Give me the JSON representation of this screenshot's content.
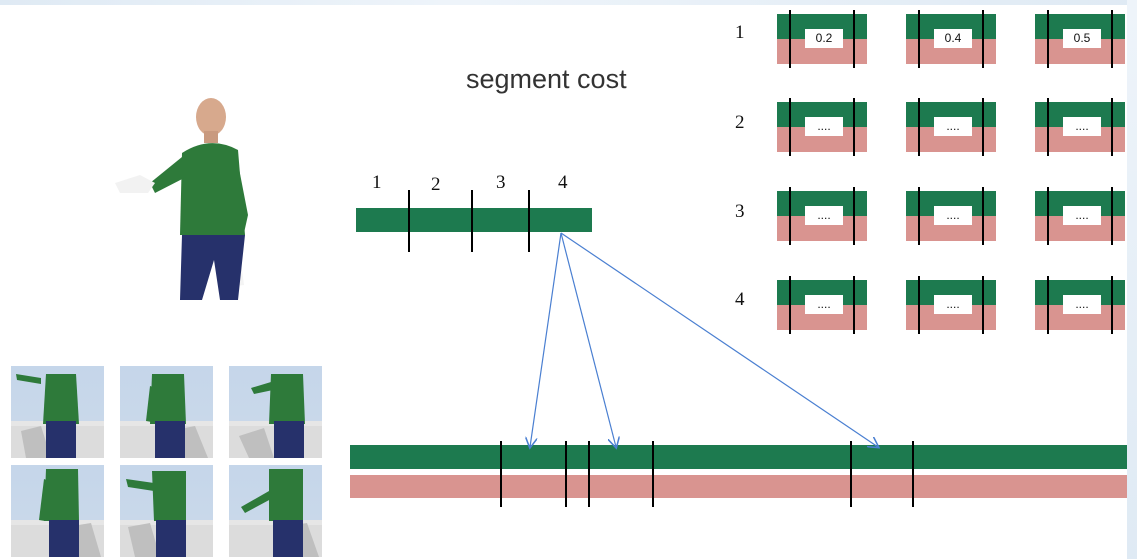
{
  "title": "segment cost",
  "segment_labels": [
    "1",
    "2",
    "3",
    "4"
  ],
  "row_labels": [
    "1",
    "2",
    "3",
    "4"
  ],
  "cost_grid": [
    [
      "0.2",
      "0.4",
      "0.5"
    ],
    [
      "....",
      "....",
      "...."
    ],
    [
      "....",
      "....",
      "...."
    ],
    [
      "....",
      "....",
      "...."
    ]
  ],
  "colors": {
    "green": "#1d7a4f",
    "pink": "#d99490",
    "arrow": "#4a7fd1"
  },
  "icons": {
    "main_character": "character-figure-icon",
    "thumbnails": "pose-thumbnail-icon"
  }
}
